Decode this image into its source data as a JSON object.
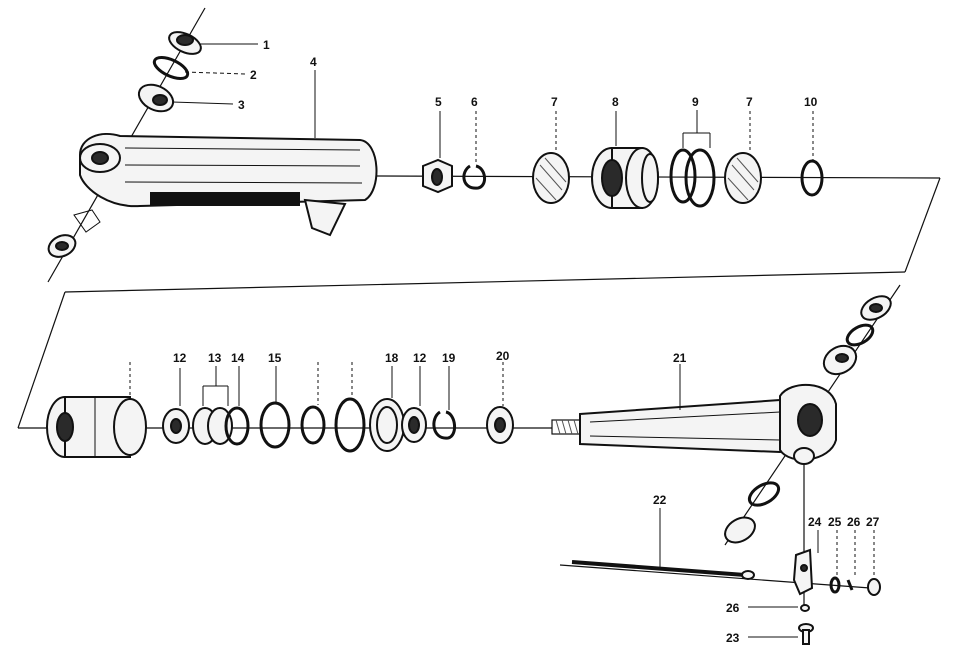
{
  "callouts": [
    {
      "id": "c1",
      "text": "1"
    },
    {
      "id": "c2",
      "text": "2"
    },
    {
      "id": "c3",
      "text": "3"
    },
    {
      "id": "c4",
      "text": "4"
    },
    {
      "id": "c5",
      "text": "5"
    },
    {
      "id": "c6",
      "text": "6"
    },
    {
      "id": "c7a",
      "text": "7"
    },
    {
      "id": "c8",
      "text": "8"
    },
    {
      "id": "c9",
      "text": "9"
    },
    {
      "id": "c7b",
      "text": "7"
    },
    {
      "id": "c10",
      "text": "10"
    },
    {
      "id": "c12a",
      "text": "12"
    },
    {
      "id": "c13",
      "text": "13"
    },
    {
      "id": "c14",
      "text": "14"
    },
    {
      "id": "c15",
      "text": "15"
    },
    {
      "id": "c18",
      "text": "18"
    },
    {
      "id": "c12b",
      "text": "12"
    },
    {
      "id": "c19",
      "text": "19"
    },
    {
      "id": "c20",
      "text": "20"
    },
    {
      "id": "c21",
      "text": "21"
    },
    {
      "id": "c22",
      "text": "22"
    },
    {
      "id": "c24",
      "text": "24"
    },
    {
      "id": "c25",
      "text": "25"
    },
    {
      "id": "c26a",
      "text": "26"
    },
    {
      "id": "c27",
      "text": "27"
    },
    {
      "id": "c26b",
      "text": "26"
    },
    {
      "id": "c23",
      "text": "23"
    }
  ]
}
